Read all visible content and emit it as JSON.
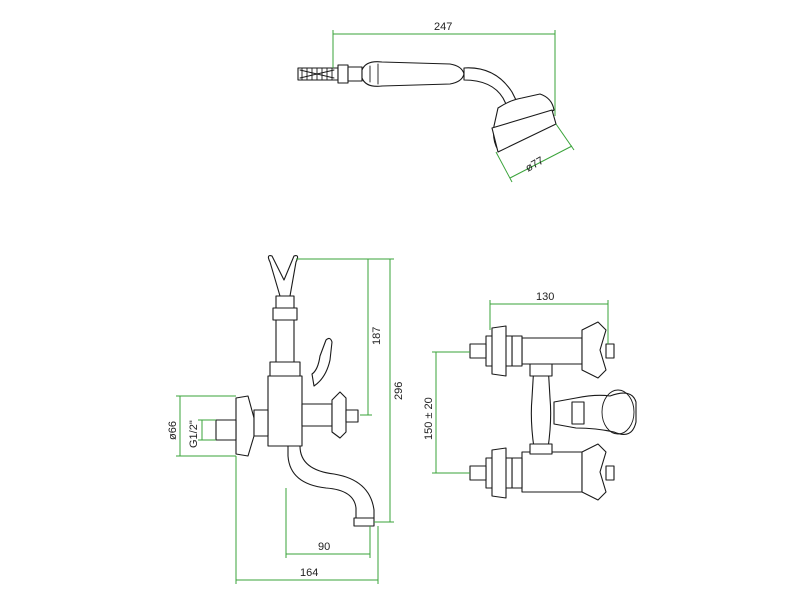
{
  "colors": {
    "dimension": "#3aa33a",
    "outline": "#1a1a1a",
    "background": "#ffffff"
  },
  "shower_head": {
    "length": "247",
    "head_diameter": "ø77"
  },
  "mixer_side": {
    "holder_height": "187",
    "total_height": "296",
    "flange_diameter": "ø66",
    "connection": "G1/2\"",
    "spout_reach": "90",
    "total_depth": "164"
  },
  "mixer_front": {
    "width": "130",
    "centers": "150 ± 20"
  }
}
